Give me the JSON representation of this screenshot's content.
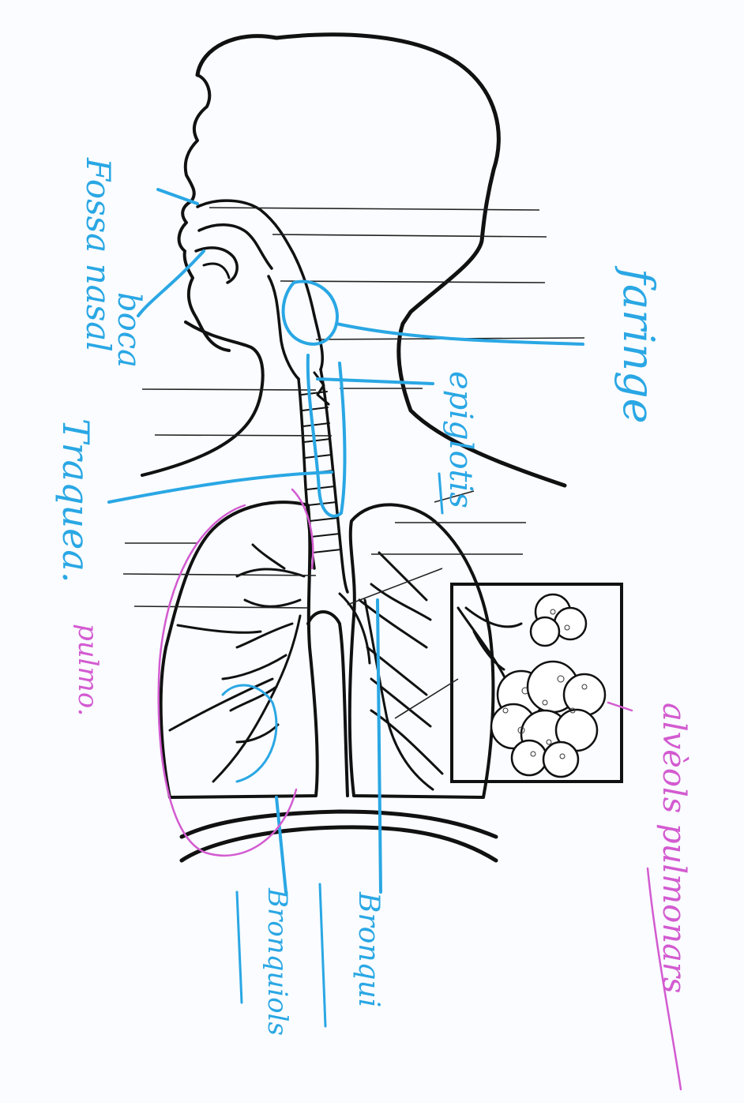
{
  "colors": {
    "paper": "#fafcff",
    "ink": "#111111",
    "blue_pen": "#2aa7e4",
    "pink_pen": "#d35bd0"
  },
  "labels": {
    "fossa_nasal": "Fossa nasal",
    "boca": "boca",
    "traquea": "Traquea.",
    "faringe": "faringe",
    "epiglotis": "epiglotis",
    "pulmo": "pulmo.",
    "alveols": "alvèols pulmonars",
    "bronquiols": "Bronquiols",
    "bronqui": "Bronqui"
  },
  "icons": {
    "figure": "respiratory-system-outline",
    "inset": "alveoli-inset"
  }
}
